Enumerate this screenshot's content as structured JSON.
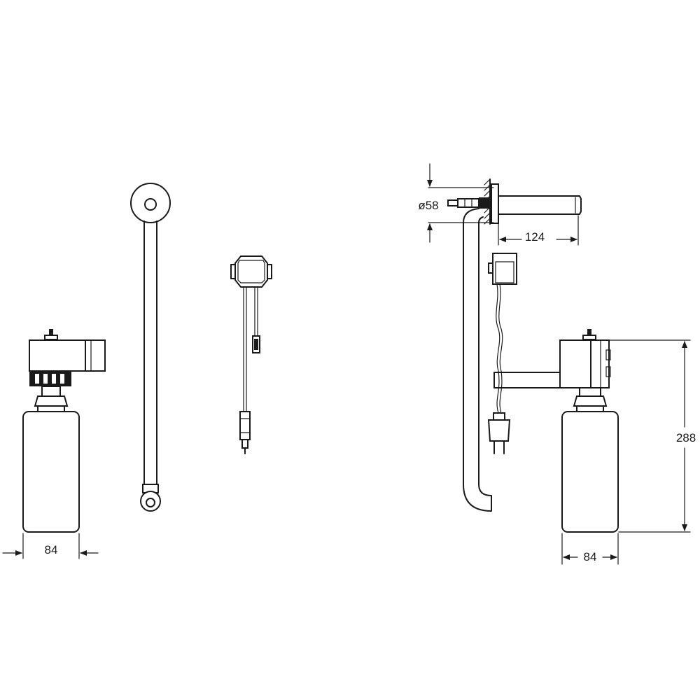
{
  "dimensions": {
    "left_width": "84",
    "diameter": "ø58",
    "spout_length": "124",
    "height": "288",
    "right_width": "84"
  },
  "colors": {
    "line": "#1a1a1a",
    "background": "#ffffff"
  }
}
